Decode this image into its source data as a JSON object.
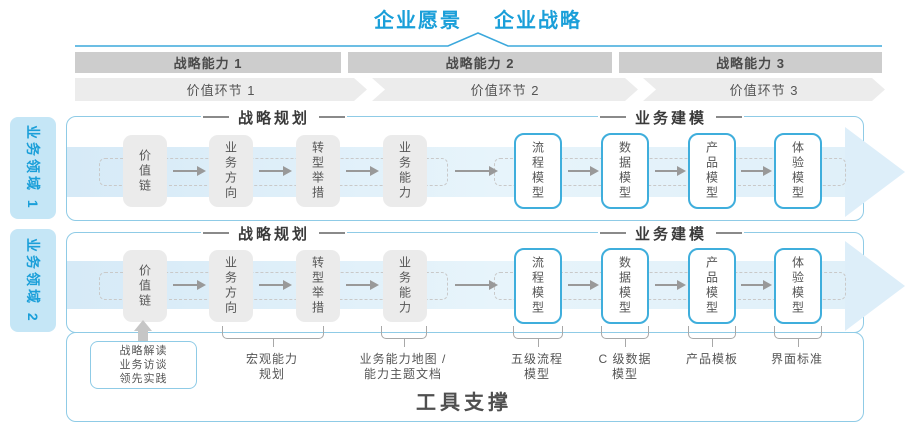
{
  "title": {
    "vision": "企业愿景",
    "strategy": "企业战略"
  },
  "strategic_capabilities": [
    {
      "label": "战略能力 1"
    },
    {
      "label": "战略能力 2"
    },
    {
      "label": "战略能力 3"
    }
  ],
  "value_links": [
    {
      "label": "价值环节 1"
    },
    {
      "label": "价值环节 2"
    },
    {
      "label": "价值环节 3"
    }
  ],
  "business_domains": [
    {
      "label": "业务领域 1"
    },
    {
      "label": "业务领域 2"
    }
  ],
  "row_sections": {
    "planning": "战略规划",
    "modeling": "业务建模"
  },
  "flow_boxes": {
    "gray": [
      {
        "label": "价值链"
      },
      {
        "label": "业务方向"
      },
      {
        "label": "转型举措"
      },
      {
        "label": "业务能力"
      }
    ],
    "blue": [
      {
        "label": "流程模型"
      },
      {
        "label": "数据模型"
      },
      {
        "label": "产品模型"
      },
      {
        "label": "体验模型"
      }
    ]
  },
  "annotations": {
    "source_box": {
      "line1": "战略解读",
      "line2": "业务访谈",
      "line3": "领先实践"
    },
    "labels": [
      {
        "line1": "宏观能力",
        "line2": "规划"
      },
      {
        "line1": "业务能力地图 /",
        "line2": "能力主题文档"
      },
      {
        "line1": "五级流程",
        "line2": "模型"
      },
      {
        "line1": "C 级数据",
        "line2": "模型"
      },
      {
        "line1": "产品模板",
        "line2": ""
      },
      {
        "line1": "界面标准",
        "line2": ""
      }
    ]
  },
  "tools": {
    "title": "工具支撑"
  },
  "colors": {
    "accent_blue": "#1A9FD9",
    "frame_border": "#8FCBE6",
    "box_blue_border": "#3FAEDC",
    "band_blue": "#DDEEF9",
    "gray_bar": "#CDCDCD",
    "chevron_gray": "#ECECEC",
    "box_gray": "#EBEBEB"
  }
}
